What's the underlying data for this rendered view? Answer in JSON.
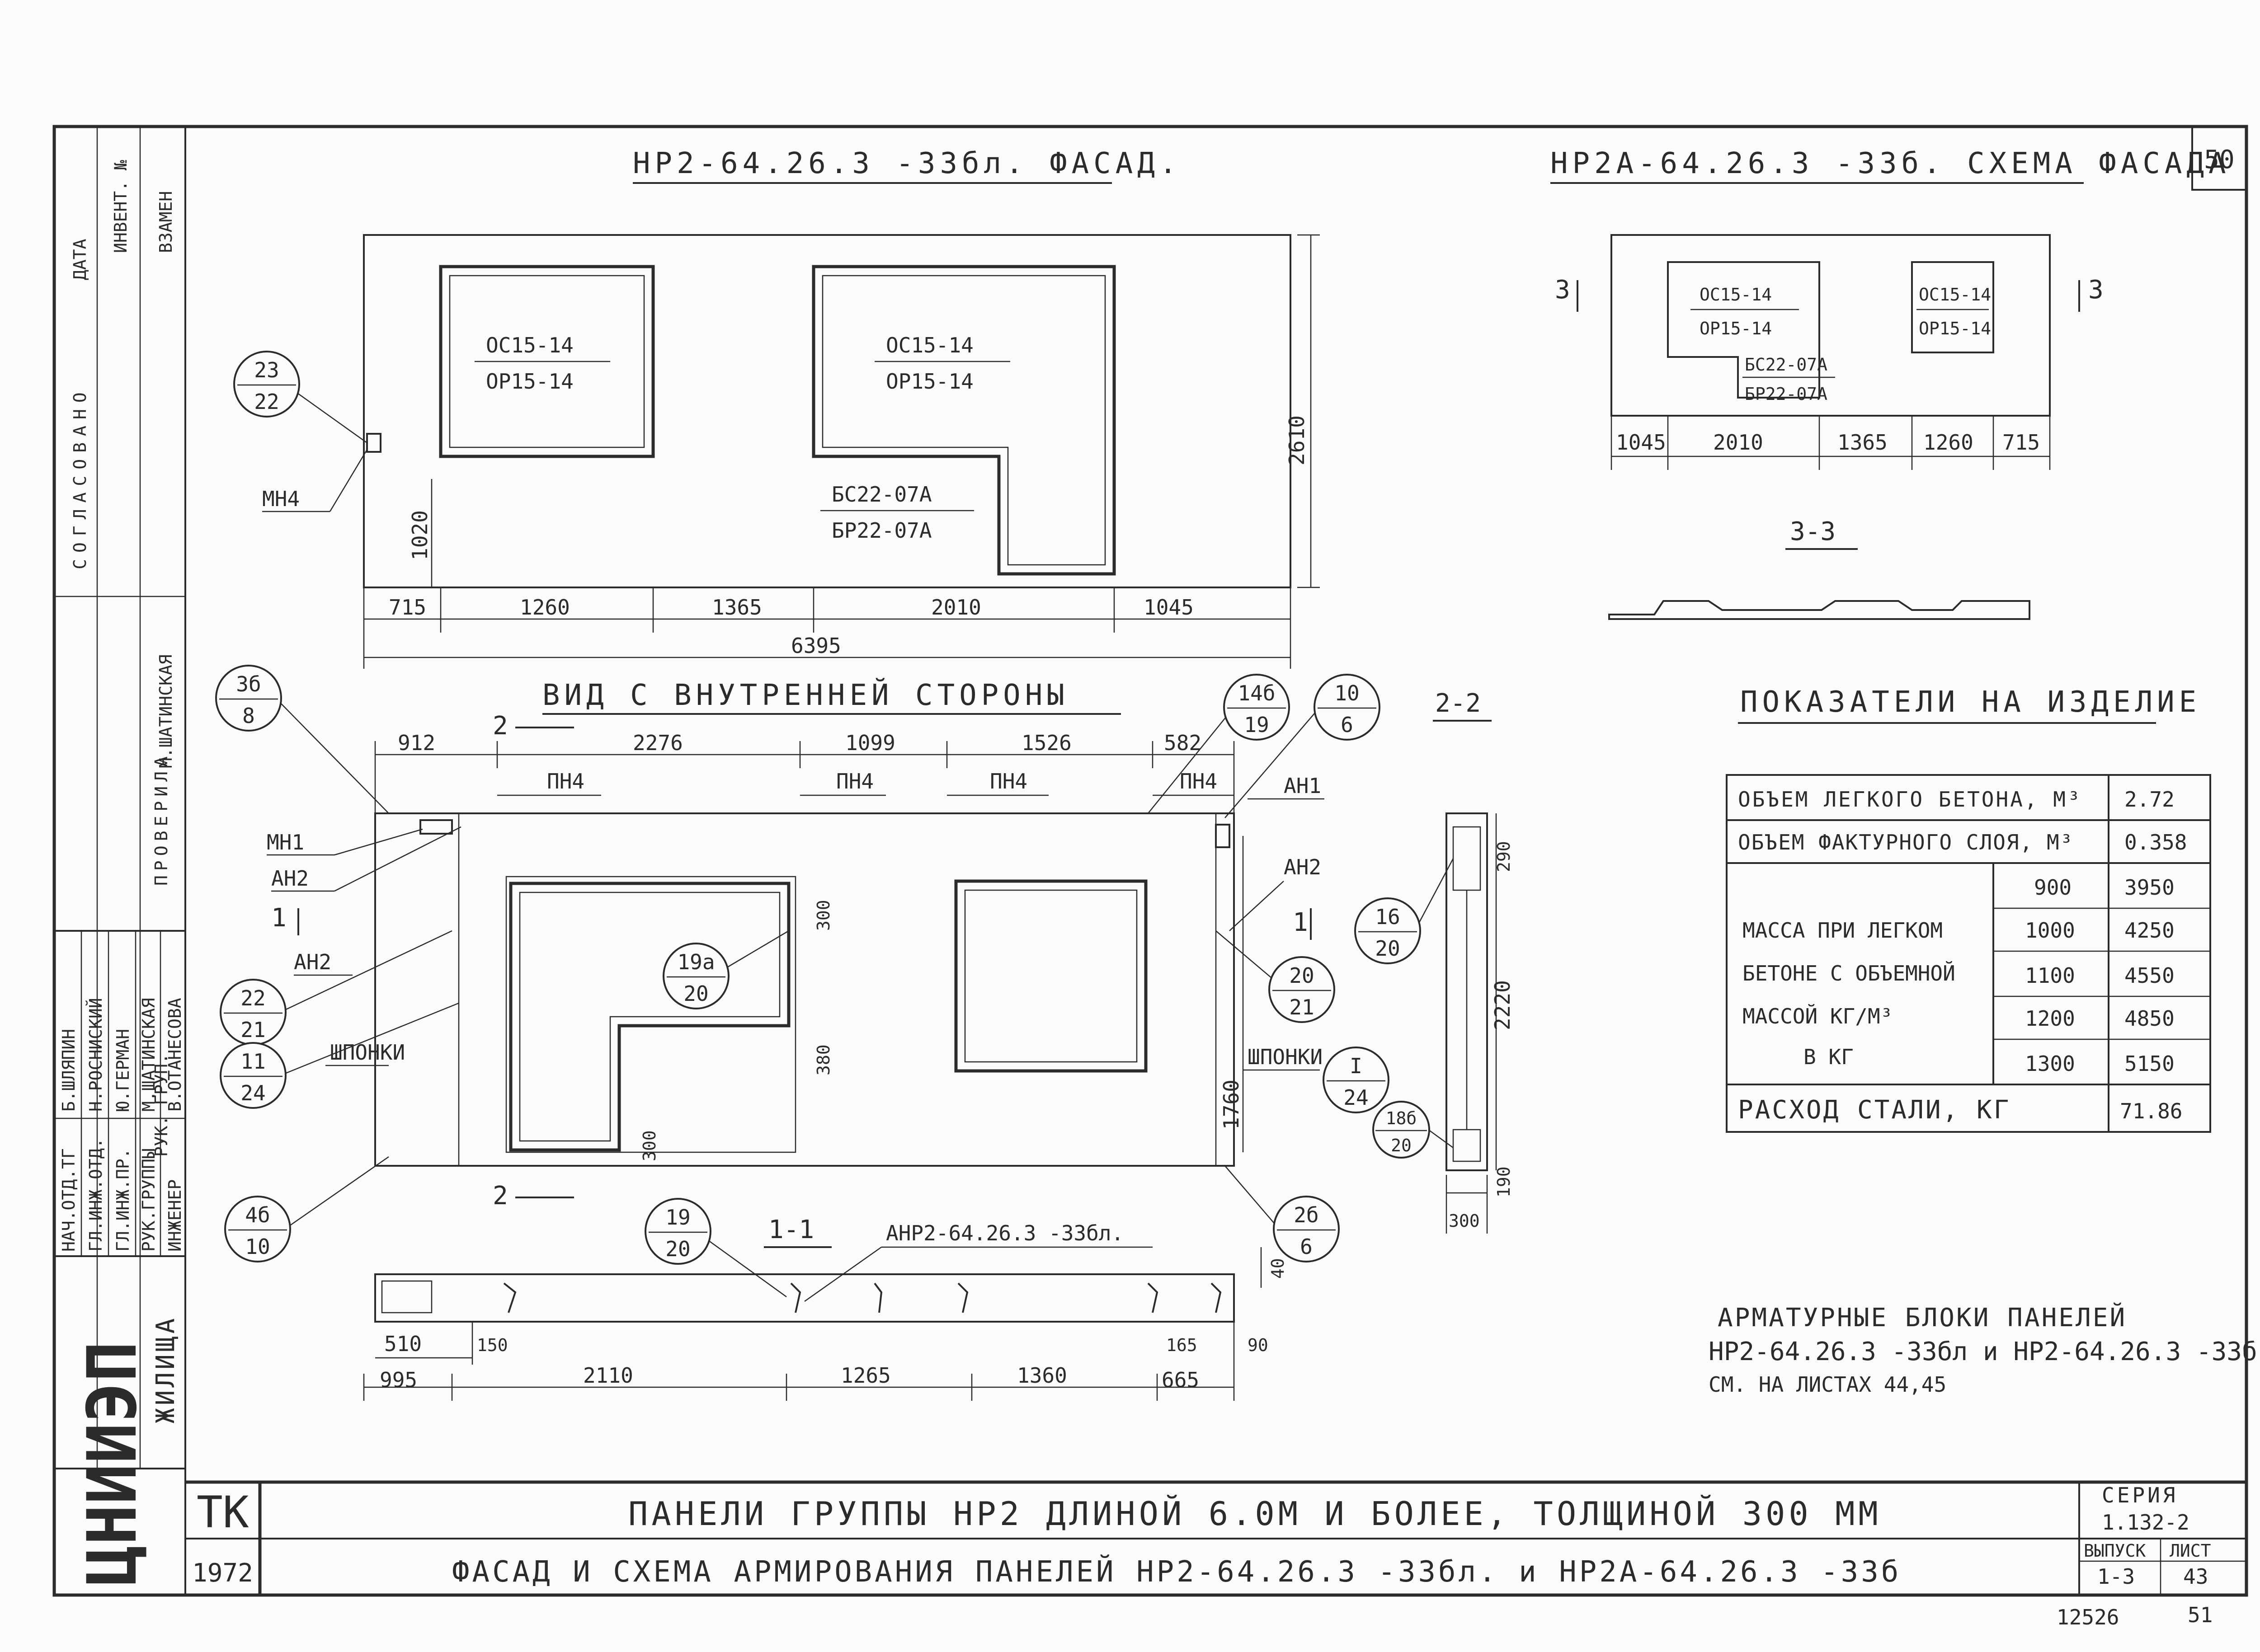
{
  "sheet_number": "50",
  "facade_title_left": "НР2-64.26.3 -33бл. ФАСАД.",
  "facade_title_right": "НР2А-64.26.3 -33б. СХЕМА ФАСАДА",
  "window_label_oc": "ОС15-14",
  "window_label_or": "ОР15-14",
  "door_label_bc": "БС22-07А",
  "door_label_br": "БР22-07А",
  "tag_23_22": [
    "23",
    "22"
  ],
  "label_mn4": "МН4",
  "dim_1020": "1020",
  "dim_2610": "2610",
  "facade_bottom_dims": [
    "715",
    "1260",
    "1365",
    "2010",
    "1045"
  ],
  "dim_6395": "6395",
  "right_schema_dims": [
    "1045",
    "2010",
    "1365",
    "1260",
    "715"
  ],
  "section_mark_3": "3",
  "section_3_3": "3-3",
  "inner_view_title": "ВИД С ВНУТРЕННЕЙ СТОРОНЫ",
  "inner_top_dims": [
    "912",
    "2276",
    "1099",
    "1526",
    "582"
  ],
  "label_pn4": "ПН4",
  "section_mark_2": "2",
  "section_mark_1": "1",
  "label_mn1": "МН1",
  "label_an2": "АН2",
  "label_an1": "АН1",
  "label_shponki": "ШПОНКИ",
  "dim_300": "300",
  "dim_380": "380",
  "dim_1760": "1760",
  "tags": {
    "t3b_8": [
      "3б",
      "8"
    ],
    "t22_21": [
      "22",
      "21"
    ],
    "t11_24": [
      "11",
      "24"
    ],
    "t4b_10": [
      "4б",
      "10"
    ],
    "t19a_20": [
      "19а",
      "20"
    ],
    "t19_20": [
      "19",
      "20"
    ],
    "t14b_19": [
      "14б",
      "19"
    ],
    "t10_6": [
      "10",
      "6"
    ],
    "t16_20": [
      "16",
      "20"
    ],
    "t20_21": [
      "20",
      "21"
    ],
    "tI_24": [
      "I",
      "24"
    ],
    "t18b_20": [
      "18б",
      "20"
    ],
    "t2b_6": [
      "2б",
      "6"
    ]
  },
  "section_2_2": "2-2",
  "section_2_2_dims": [
    "290",
    "2220",
    "190",
    "300"
  ],
  "section_1_1": "1-1",
  "section_1_1_note": "АНР2-64.26.3 -33бл.",
  "section_1_1_dims": [
    "510",
    "150",
    "995",
    "2110",
    "1265",
    "1360",
    "165",
    "665",
    "90",
    "40"
  ],
  "indicators_title": "ПОКАЗАТЕЛИ НА ИЗДЕЛИЕ",
  "indicators": {
    "light_concrete_volume_label": "ОБЪЕМ ЛЕГКОГО БЕТОНА, М³",
    "light_concrete_volume_value": "2.72",
    "facing_layer_volume_label": "ОБЪЕМ ФАКТУРНОГО СЛОЯ, М³",
    "facing_layer_volume_value": "0.358",
    "mass_label_lines": [
      "МАССА ПРИ ЛЕГКОМ",
      "БЕТОНЕ С ОБЪЕМНОЙ",
      "МАССОЙ КГ/М³",
      "В КГ"
    ],
    "mass_rows": [
      {
        "density": "900",
        "mass": "3950"
      },
      {
        "density": "1000",
        "mass": "4250"
      },
      {
        "density": "1100",
        "mass": "4550"
      },
      {
        "density": "1200",
        "mass": "4850"
      },
      {
        "density": "1300",
        "mass": "5150"
      }
    ],
    "steel_label": "РАСХОД СТАЛИ, КГ",
    "steel_value": "71.86"
  },
  "rebar_note_lines": [
    "АРМАТУРНЫЕ БЛОКИ ПАНЕЛЕЙ",
    "НР2-64.26.3 -33бл и НР2-64.26.3 -33б",
    "СМ. НА ЛИСТАХ 44,45"
  ],
  "stamp": {
    "org_short": "ТК",
    "year": "1972",
    "title_line1": "ПАНЕЛИ ГРУППЫ НР2 ДЛИНОЙ 6.0М И БОЛЕЕ, ТОЛЩИНОЙ 300 ММ",
    "title_line2": "ФАСАД И СХЕМА АРМИРОВАНИЯ ПАНЕЛЕЙ НР2-64.26.3 -33бл. и НР2А-64.26.3 -33б",
    "series_label": "СЕРИЯ",
    "series_value": "1.132-2",
    "issue_label": "ВЫПУСК",
    "issue_value": "1-3",
    "sheet_label": "ЛИСТ",
    "sheet_value": "43"
  },
  "corner_numbers": [
    "12526",
    "51"
  ],
  "side_block": {
    "soglasovano": "СОГЛАСОВАНО",
    "data": "ДАТА",
    "inv": "ИНВЕНТ. №",
    "vzamen": "ВЗАМЕН",
    "proverila": "ПРОВЕРИЛА",
    "ruk_grup": "РУК. ГРУП.",
    "roles": [
      "НАЧ.ОТД.ТГ",
      "ГЛ.ИНЖ.ОТД.",
      "ГЛ.ИНЖ.ПР.",
      "РУК.ГРУППЫ",
      "ИНЖЕНЕР"
    ],
    "names": [
      "Б.ШЛЯПИН",
      "Н.РОСНИСКИЙ",
      "Ю.ГЕРМАН",
      "М.ШАТИНСКАЯ",
      "В.ОТАНЕСОВА"
    ],
    "checker_name": "М.ШАТИНСКАЯ",
    "zhilishcha": "ЖИЛИЩА",
    "institute": "ЦНИИЭП"
  }
}
